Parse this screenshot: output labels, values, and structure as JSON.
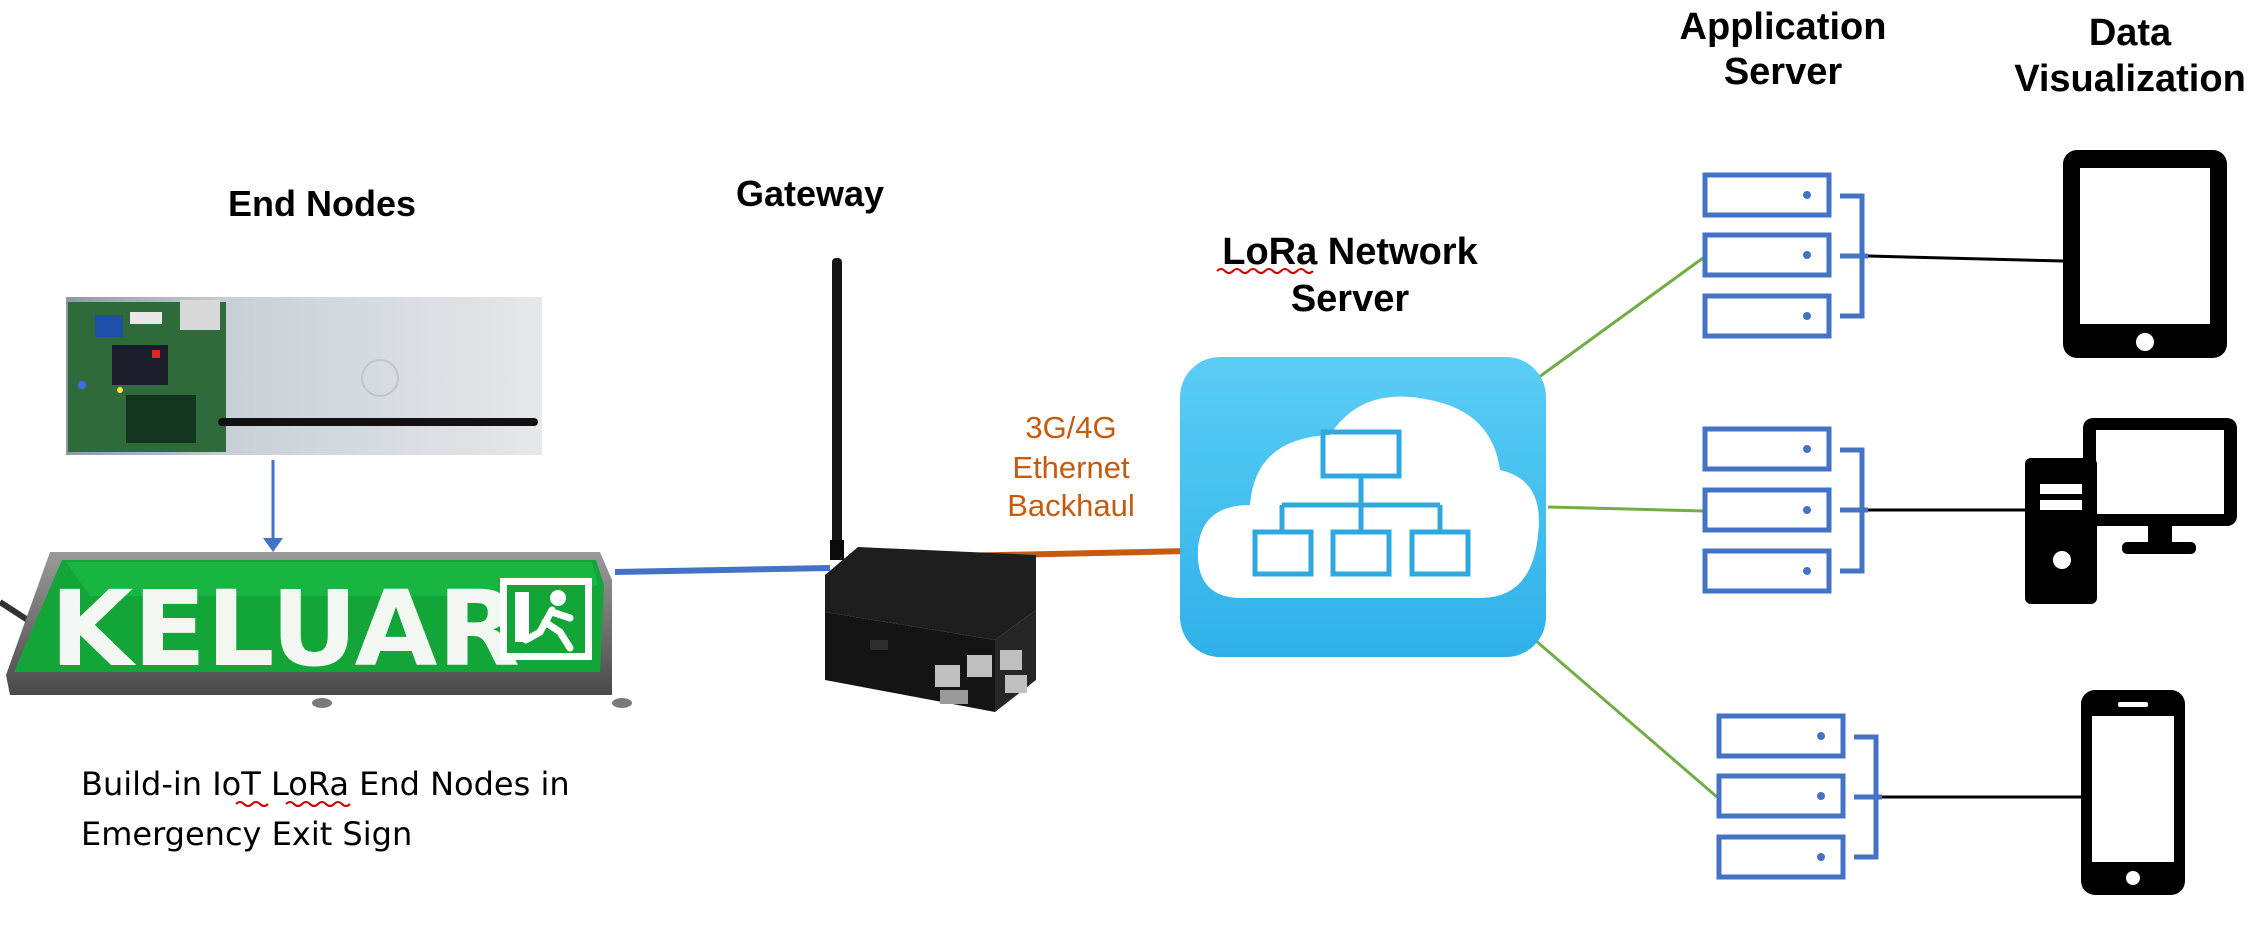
{
  "labels": {
    "end_nodes": "End Nodes",
    "gateway": "Gateway",
    "network_server_1": "LoRa Network",
    "network_server_2": "Server",
    "app_server_1": "Application",
    "app_server_2": "Server",
    "data_vis_1": "Data",
    "data_vis_2": "Visualization",
    "backhaul_1": "3G/4G",
    "backhaul_2": "Ethernet",
    "backhaul_3": "Backhaul",
    "caption_1": "Build-in IoT LoRa End Nodes in",
    "caption_2": "Emergency Exit Sign",
    "exit_sign_text": "KELUAR"
  },
  "colors": {
    "end_node_link": "#4472C4",
    "backhaul_link": "#C55A11",
    "server_link": "#70AD47",
    "server_icon": "#4472C4",
    "cloud_bg": "#4FC3F2",
    "exit_sign": "#13A538",
    "backhaul_text": "#C55A11"
  },
  "icons": {
    "end_node_board": "circuit-board-photo",
    "exit_sign": "exit-sign-icon",
    "gateway": "raspberry-pi-gateway-icon",
    "network_server": "cloud-network-icon",
    "application_servers": "server-stack-icon",
    "devices": [
      "tablet-icon",
      "desktop-computer-icon",
      "smartphone-icon"
    ]
  }
}
